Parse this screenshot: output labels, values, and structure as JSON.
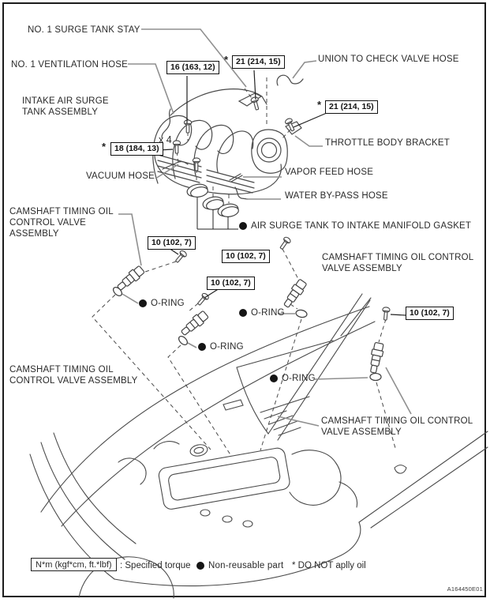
{
  "page": {
    "figure_code": "A164450E01"
  },
  "callouts": {
    "surge_tank_stay": "NO. 1 SURGE TANK STAY",
    "ventilation_hose": "NO. 1 VENTILATION HOSE",
    "intake_tank": "INTAKE AIR SURGE\nTANK ASSEMBLY",
    "union_hose": "UNION TO CHECK VALVE HOSE",
    "throttle_bracket": "THROTTLE BODY BRACKET",
    "vacuum_hose": "VACUUM HOSE",
    "vapor_hose": "VAPOR FEED HOSE",
    "water_hose": "WATER BY-PASS HOSE",
    "gasket": "AIR SURGE TANK TO INTAKE MANIFOLD GASKET",
    "cam_left_top": "CAMSHAFT TIMING OIL\nCONTROL VALVE\nASSEMBLY",
    "cam_right_mid": "CAMSHAFT TIMING OIL CONTROL\nVALVE ASSEMBLY",
    "cam_left_bottom": "CAMSHAFT TIMING OIL\nCONTROL VALVE ASSEMBLY",
    "cam_right_bottom": "CAMSHAFT TIMING OIL CONTROL\nVALVE ASSEMBLY",
    "o_ring": "O-RING",
    "multiplier": "x 4",
    "asterisk": "*"
  },
  "torques": {
    "surge_tank_stay_bolt": "16 (163, 12)",
    "union_bolt": "21 (214, 15)",
    "manifold_bolt": "18 (184, 13)",
    "ocv_bolt": "10 (102, 7)"
  },
  "legend": {
    "unit": "N*m (kgf*cm, ft.*lbf)",
    "specified": ": Specified torque",
    "non_reusable": "Non-reusable part",
    "no_oil": "* DO NOT aplly oil"
  },
  "colors": {
    "ink": "#2a2a2a",
    "drawing_line": "#4a4a4a",
    "leader_line": "#8f8f8f",
    "torque_box_border": "#111111",
    "background": "#ffffff"
  }
}
